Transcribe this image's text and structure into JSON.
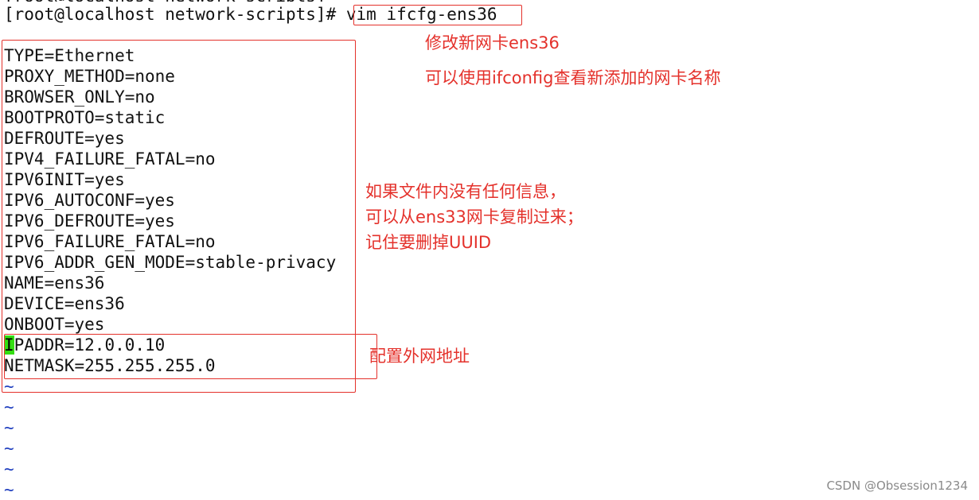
{
  "terminal": {
    "prompt": "[root@localhost network-scripts]# ",
    "command": "vim ifcfg-ens36",
    "config_lines": [
      "TYPE=Ethernet",
      "PROXY_METHOD=none",
      "BROWSER_ONLY=no",
      "BOOTPROTO=static",
      "DEFROUTE=yes",
      "IPV4_FAILURE_FATAL=no",
      "IPV6INIT=yes",
      "IPV6_AUTOCONF=yes",
      "IPV6_DEFROUTE=yes",
      "IPV6_FAILURE_FATAL=no",
      "IPV6_ADDR_GEN_MODE=stable-privacy",
      "NAME=ens36",
      "DEVICE=ens36",
      "ONBOOT=yes"
    ],
    "ipaddr_cursor_char": "I",
    "ipaddr_rest": "PADDR=12.0.0.10",
    "netmask_line": "NETMASK=255.255.255.0",
    "tilde": "~"
  },
  "annotations": {
    "note_1": "修改新网卡ens36",
    "note_2": "可以使用ifconfig查看新添加的网卡名称",
    "note_3_lines": [
      "如果文件内没有任何信息，",
      "可以从ens33网卡复制过来；",
      "记住要删掉UUID"
    ],
    "note_4": "配置外网地址",
    "color": "#e4312b"
  },
  "watermark": "CSDN @Obsession1234"
}
